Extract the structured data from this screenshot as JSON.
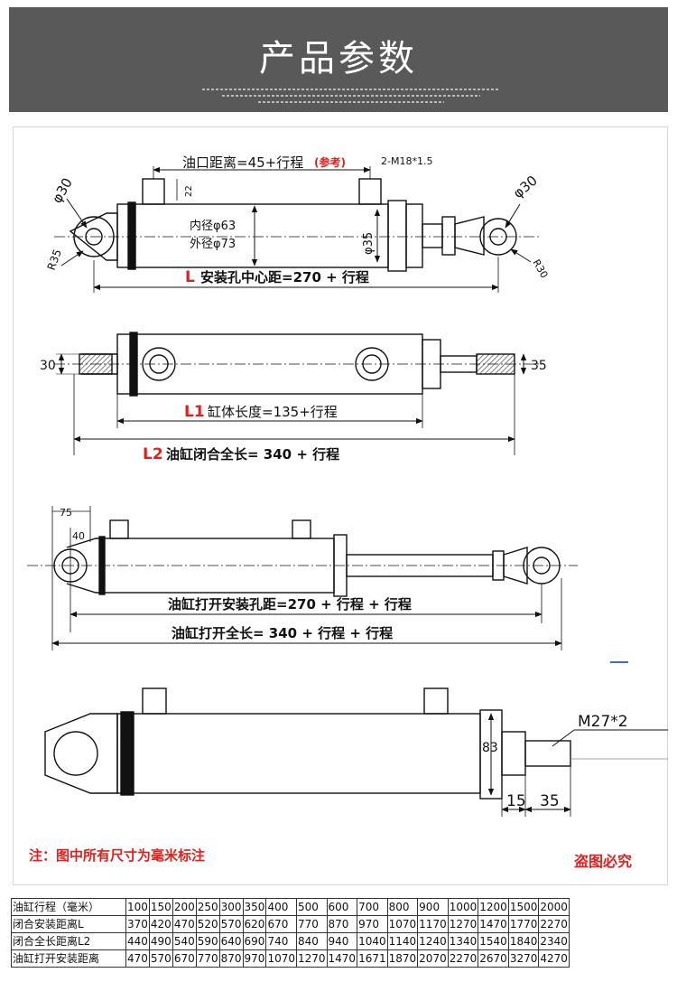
{
  "header": {
    "title": "产品参数",
    "bg_color": "#595959"
  },
  "diagram1": {
    "oil_port_distance": "油口距离=45+行程",
    "reference": "(参考)",
    "thread": "2-M18*1.5",
    "port_height": "22",
    "left_bore": "φ30",
    "right_bore": "φ30",
    "left_radius": "R35",
    "right_radius": "R30",
    "inner_diameter": "内径φ63",
    "outer_diameter": "外径φ73",
    "rod_diameter": "φ35",
    "mount_L_letter": "L",
    "mount_L_text": "安装孔中心距=270 + 行程"
  },
  "diagram2": {
    "left_width": "30",
    "right_width": "35",
    "L1_letter": "L1",
    "L1_text": "缸体长度=135+行程",
    "L2_letter": "L2",
    "L2_text": "油缸闭合全长= 340 + 行程"
  },
  "diagram3": {
    "dim_75": "75",
    "dim_40": "40",
    "open_mount_text": "油缸打开安装孔距=270 + 行程 + 行程",
    "open_total_text": "油缸打开全长= 340 + 行程 + 行程"
  },
  "diagram4": {
    "thread_end": "M27*2",
    "flange": "83",
    "dim_15": "15",
    "dim_35": "35"
  },
  "notes": {
    "unit_note": "注：图中所有尺寸为毫米标注",
    "warning": "盗图必究"
  },
  "colors": {
    "accent_red": "#e0201b",
    "line": "#111111"
  },
  "spec_table": {
    "rows": [
      {
        "label": "油缸行程（毫米）",
        "values": [
          "100",
          "150",
          "200",
          "250",
          "300",
          "350",
          "400",
          "500",
          "600",
          "700",
          "800",
          "900",
          "1000",
          "1200",
          "1500",
          "2000"
        ]
      },
      {
        "label": "闭合安装距离L",
        "values": [
          "370",
          "420",
          "470",
          "520",
          "570",
          "620",
          "670",
          "770",
          "870",
          "970",
          "1070",
          "1170",
          "1270",
          "1470",
          "1770",
          "2270"
        ]
      },
      {
        "label": "闭合全长距离L2",
        "values": [
          "440",
          "490",
          "540",
          "590",
          "640",
          "690",
          "740",
          "840",
          "940",
          "1040",
          "1140",
          "1240",
          "1340",
          "1540",
          "1840",
          "2340"
        ]
      },
      {
        "label": "油缸打开安装距离",
        "values": [
          "470",
          "570",
          "670",
          "770",
          "870",
          "970",
          "1070",
          "1270",
          "1470",
          "1671",
          "1870",
          "2070",
          "2270",
          "2670",
          "3270",
          "4270"
        ]
      }
    ]
  }
}
